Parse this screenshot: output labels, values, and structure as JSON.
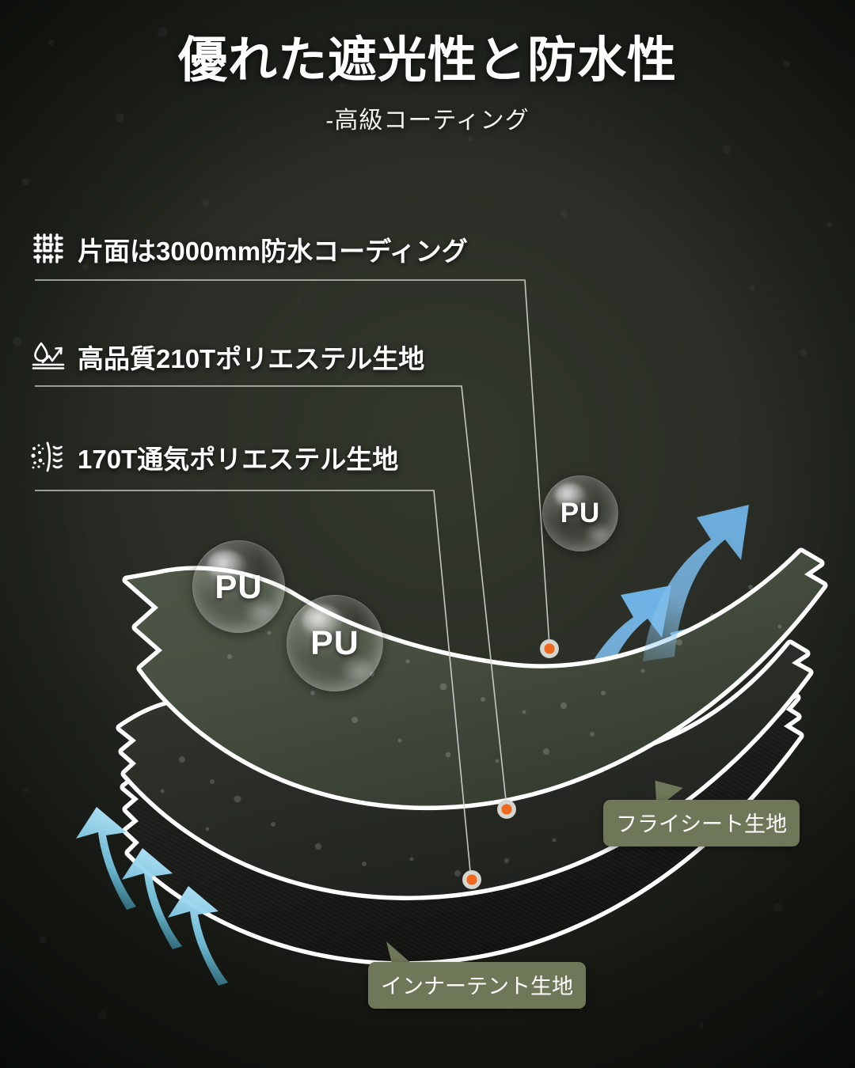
{
  "header": {
    "title": "優れた遮光性と防水性",
    "subtitle": "-高級コーティング"
  },
  "features": [
    {
      "icon": "fabric-weave-icon",
      "label": "片面は3000mm防水コーディング"
    },
    {
      "icon": "water-repellent-droplet-icon",
      "label": "高品質210Tポリエステル生地"
    },
    {
      "icon": "breathability-airflow-icon",
      "label": "170T通気ポリエステル生地"
    }
  ],
  "bubbles": [
    {
      "label": "PU"
    },
    {
      "label": "PU"
    },
    {
      "label": "PU"
    }
  ],
  "badges": {
    "flysheet": "フライシート生地",
    "inner_tent": "インナーテント生地"
  },
  "colors": {
    "background": "#2a2e27",
    "title_text": "#ffffff",
    "badge_green": "#6e7757",
    "marker_orange": "#ef6a1e",
    "arrow_blue": "#7cb8e8",
    "arrow_cyan": "#4fc3dd",
    "layer_outline": "#ffffff",
    "flysheet_fabric": "#454d3f",
    "mid_layer_fabric": "#2b2e2b",
    "inner_tent_fabric": "#1c1d1b"
  }
}
